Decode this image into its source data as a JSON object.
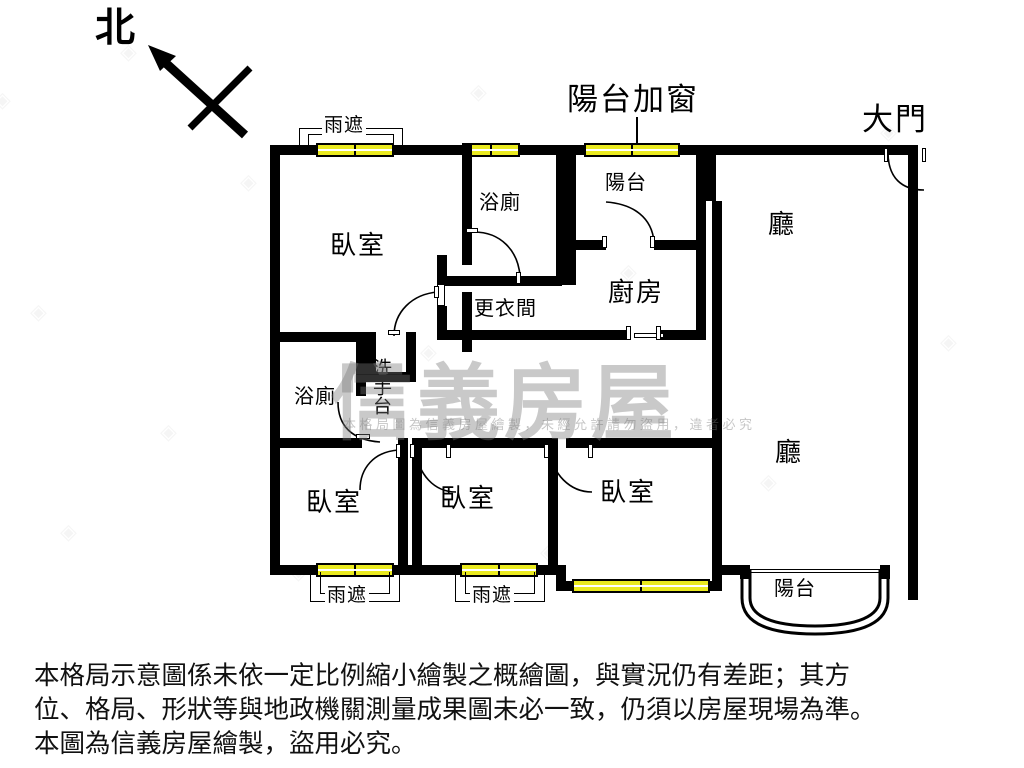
{
  "compass": {
    "label": "北",
    "icon": "north-arrow-icon"
  },
  "annotations": {
    "balcony_window": "陽台加窗",
    "main_door": "大門",
    "rain_shield_top_left": "雨遮",
    "rain_shield_bottom_left": "雨遮",
    "rain_shield_bottom_mid": "雨遮"
  },
  "rooms": [
    {
      "key": "bedroom_top_left",
      "label": "臥室",
      "name": "room-bedroom-top-left"
    },
    {
      "key": "bath_top",
      "label": "浴廁",
      "name": "room-bathroom-top"
    },
    {
      "key": "balcony_top",
      "label": "陽台",
      "name": "room-balcony-top"
    },
    {
      "key": "living_top",
      "label": "廳",
      "name": "room-living-top"
    },
    {
      "key": "kitchen",
      "label": "廚房",
      "name": "room-kitchen"
    },
    {
      "key": "closet",
      "label": "更衣間",
      "name": "room-closet"
    },
    {
      "key": "bath_left",
      "label": "浴廁",
      "name": "room-bathroom-left"
    },
    {
      "key": "washbasin",
      "label": "洗手台",
      "name": "fixture-washbasin"
    },
    {
      "key": "living_bottom",
      "label": "廳",
      "name": "room-living-bottom"
    },
    {
      "key": "bedroom_b1",
      "label": "臥室",
      "name": "room-bedroom-bottom-1"
    },
    {
      "key": "bedroom_b2",
      "label": "臥室",
      "name": "room-bedroom-bottom-2"
    },
    {
      "key": "bedroom_b3",
      "label": "臥室",
      "name": "room-bedroom-bottom-3"
    },
    {
      "key": "balcony_bottom",
      "label": "陽台",
      "name": "room-balcony-bottom"
    }
  ],
  "watermark": {
    "brand": "信義房屋",
    "notice": "本格局圖為信義房屋繪製，未經允許請勿盜用，違者必究"
  },
  "disclaimer": {
    "line1": "本格局示意圖係未依一定比例縮小繪製之概繪圖，與實況仍有差距；其方",
    "line2": "位、格局、形狀等與地政機關測量成果圖未必一致，仍須以房屋現場為準。",
    "line3": "本圖為信義房屋繪製，盜用必究。"
  },
  "colors": {
    "wall": "#000000",
    "window": "#eaea1f",
    "background": "#ffffff",
    "watermark": "#787878"
  }
}
